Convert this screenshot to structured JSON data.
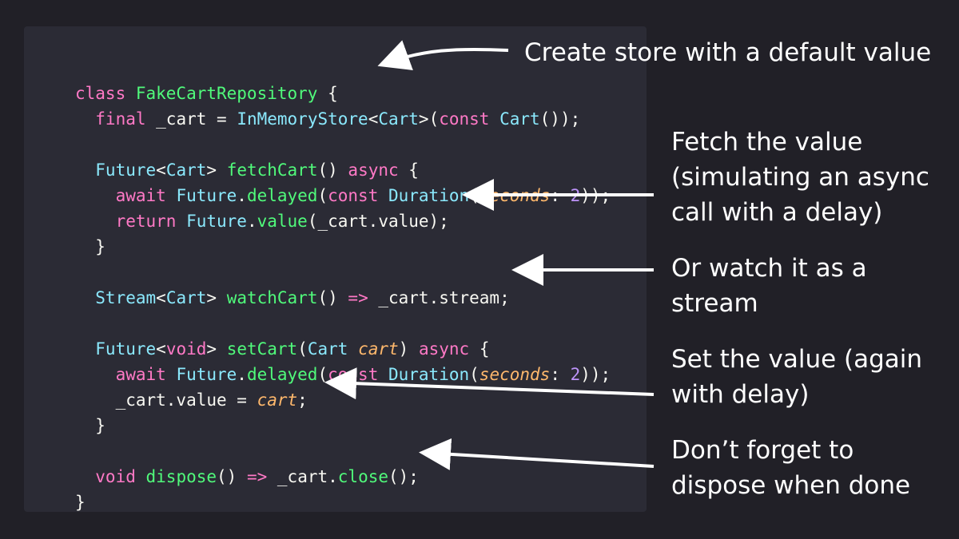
{
  "code": {
    "lines": [
      [
        {
          "t": "class ",
          "c": "kw"
        },
        {
          "t": "FakeCartRepository",
          "c": "fn"
        },
        {
          "t": " {",
          "c": "plain"
        }
      ],
      [
        {
          "t": "  final ",
          "c": "kw"
        },
        {
          "t": "_cart = ",
          "c": "plain"
        },
        {
          "t": "InMemoryStore",
          "c": "cls"
        },
        {
          "t": "<",
          "c": "plain"
        },
        {
          "t": "Cart",
          "c": "cls"
        },
        {
          "t": ">(",
          "c": "plain"
        },
        {
          "t": "const ",
          "c": "kw"
        },
        {
          "t": "Cart",
          "c": "cls"
        },
        {
          "t": "());",
          "c": "plain"
        }
      ],
      [],
      [
        {
          "t": "  Future",
          "c": "cls"
        },
        {
          "t": "<",
          "c": "plain"
        },
        {
          "t": "Cart",
          "c": "cls"
        },
        {
          "t": "> ",
          "c": "plain"
        },
        {
          "t": "fetchCart",
          "c": "fn"
        },
        {
          "t": "() ",
          "c": "plain"
        },
        {
          "t": "async",
          "c": "kw"
        },
        {
          "t": " {",
          "c": "plain"
        }
      ],
      [
        {
          "t": "    await ",
          "c": "kw"
        },
        {
          "t": "Future",
          "c": "cls"
        },
        {
          "t": ".",
          "c": "plain"
        },
        {
          "t": "delayed",
          "c": "fn"
        },
        {
          "t": "(",
          "c": "plain"
        },
        {
          "t": "const ",
          "c": "kw"
        },
        {
          "t": "Duration",
          "c": "cls"
        },
        {
          "t": "(",
          "c": "plain"
        },
        {
          "t": "seconds",
          "c": "param"
        },
        {
          "t": ": ",
          "c": "plain"
        },
        {
          "t": "2",
          "c": "num"
        },
        {
          "t": "));",
          "c": "plain"
        }
      ],
      [
        {
          "t": "    return ",
          "c": "kw"
        },
        {
          "t": "Future",
          "c": "cls"
        },
        {
          "t": ".",
          "c": "plain"
        },
        {
          "t": "value",
          "c": "fn"
        },
        {
          "t": "(_cart.value);",
          "c": "plain"
        }
      ],
      [
        {
          "t": "  }",
          "c": "plain"
        }
      ],
      [],
      [
        {
          "t": "  Stream",
          "c": "cls"
        },
        {
          "t": "<",
          "c": "plain"
        },
        {
          "t": "Cart",
          "c": "cls"
        },
        {
          "t": "> ",
          "c": "plain"
        },
        {
          "t": "watchCart",
          "c": "fn"
        },
        {
          "t": "() ",
          "c": "plain"
        },
        {
          "t": "=>",
          "c": "kw"
        },
        {
          "t": " _cart.stream;",
          "c": "plain"
        }
      ],
      [],
      [
        {
          "t": "  Future",
          "c": "cls"
        },
        {
          "t": "<",
          "c": "plain"
        },
        {
          "t": "void",
          "c": "kw"
        },
        {
          "t": "> ",
          "c": "plain"
        },
        {
          "t": "setCart",
          "c": "fn"
        },
        {
          "t": "(",
          "c": "plain"
        },
        {
          "t": "Cart",
          "c": "cls"
        },
        {
          "t": " ",
          "c": "plain"
        },
        {
          "t": "cart",
          "c": "param"
        },
        {
          "t": ") ",
          "c": "plain"
        },
        {
          "t": "async",
          "c": "kw"
        },
        {
          "t": " {",
          "c": "plain"
        }
      ],
      [
        {
          "t": "    await ",
          "c": "kw"
        },
        {
          "t": "Future",
          "c": "cls"
        },
        {
          "t": ".",
          "c": "plain"
        },
        {
          "t": "delayed",
          "c": "fn"
        },
        {
          "t": "(",
          "c": "plain"
        },
        {
          "t": "const ",
          "c": "kw"
        },
        {
          "t": "Duration",
          "c": "cls"
        },
        {
          "t": "(",
          "c": "plain"
        },
        {
          "t": "seconds",
          "c": "param"
        },
        {
          "t": ": ",
          "c": "plain"
        },
        {
          "t": "2",
          "c": "num"
        },
        {
          "t": "));",
          "c": "plain"
        }
      ],
      [
        {
          "t": "    _cart.value = ",
          "c": "plain"
        },
        {
          "t": "cart",
          "c": "param"
        },
        {
          "t": ";",
          "c": "plain"
        }
      ],
      [
        {
          "t": "  }",
          "c": "plain"
        }
      ],
      [],
      [
        {
          "t": "  void ",
          "c": "kw"
        },
        {
          "t": "dispose",
          "c": "fn"
        },
        {
          "t": "() ",
          "c": "plain"
        },
        {
          "t": "=>",
          "c": "kw"
        },
        {
          "t": " _cart.",
          "c": "plain"
        },
        {
          "t": "close",
          "c": "fn"
        },
        {
          "t": "();",
          "c": "plain"
        }
      ],
      [
        {
          "t": "}",
          "c": "plain"
        }
      ]
    ]
  },
  "annotations": {
    "store": "Create store with a default value",
    "fetch": "Fetch the value\n(simulating an async\ncall with a delay)",
    "watch": "Or watch it as a\nstream",
    "set": "Set the value (again\nwith delay)",
    "dispose": "Don’t forget to\ndispose when done"
  },
  "colors": {
    "background": "#212027",
    "panel": "#2b2b35",
    "keyword": "#ff79c6",
    "class": "#8be9fd",
    "function": "#50fa7b",
    "param": "#ffb86c",
    "number": "#bd93f9",
    "text": "#f8f8f2",
    "annotation": "#ffffff"
  }
}
